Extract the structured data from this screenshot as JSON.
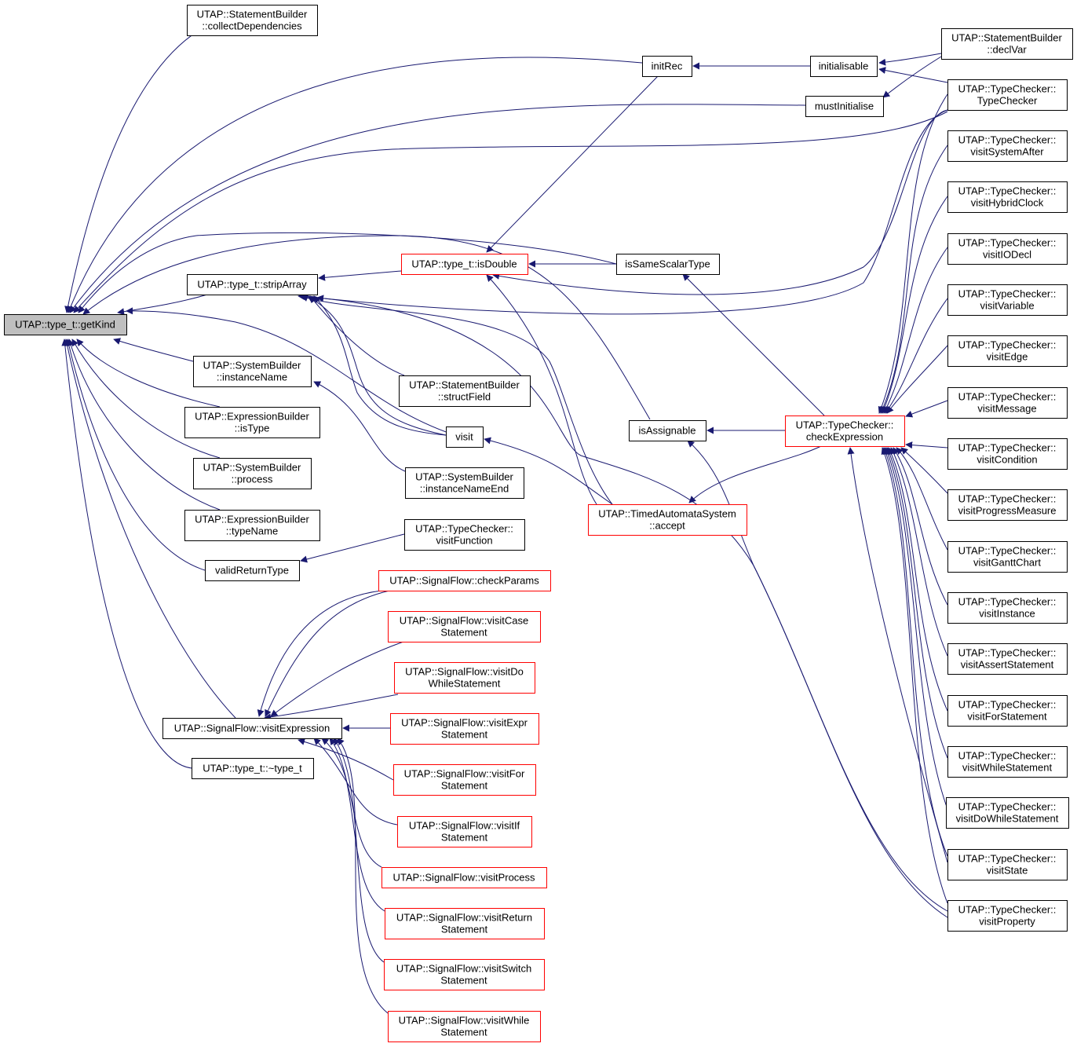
{
  "diagram": {
    "type": "call-graph",
    "edge_color": "#191970",
    "focus_node": "UTAP::type_t::getKind",
    "nodes": [
      {
        "id": "getKind",
        "lines": [
          "UTAP::type_t::getKind"
        ],
        "style": "focus"
      },
      {
        "id": "collectDependencies",
        "lines": [
          "UTAP::StatementBuilder",
          "::collectDependencies"
        ],
        "style": "normal"
      },
      {
        "id": "initRec",
        "lines": [
          "initRec"
        ],
        "style": "normal"
      },
      {
        "id": "initialisable",
        "lines": [
          "initialisable"
        ],
        "style": "normal"
      },
      {
        "id": "declVar",
        "lines": [
          "UTAP::StatementBuilder",
          "::declVar"
        ],
        "style": "normal"
      },
      {
        "id": "mustInitialise",
        "lines": [
          "mustInitialise"
        ],
        "style": "normal"
      },
      {
        "id": "TypeChecker",
        "lines": [
          "UTAP::TypeChecker::",
          "TypeChecker"
        ],
        "style": "normal"
      },
      {
        "id": "visitSystemAfter",
        "lines": [
          "UTAP::TypeChecker::",
          "visitSystemAfter"
        ],
        "style": "normal"
      },
      {
        "id": "visitHybridClock",
        "lines": [
          "UTAP::TypeChecker::",
          "visitHybridClock"
        ],
        "style": "normal"
      },
      {
        "id": "visitIODecl",
        "lines": [
          "UTAP::TypeChecker::",
          "visitIODecl"
        ],
        "style": "normal"
      },
      {
        "id": "visitVariable",
        "lines": [
          "UTAP::TypeChecker::",
          "visitVariable"
        ],
        "style": "normal"
      },
      {
        "id": "visitEdge",
        "lines": [
          "UTAP::TypeChecker::",
          "visitEdge"
        ],
        "style": "normal"
      },
      {
        "id": "visitMessage",
        "lines": [
          "UTAP::TypeChecker::",
          "visitMessage"
        ],
        "style": "normal"
      },
      {
        "id": "visitCondition",
        "lines": [
          "UTAP::TypeChecker::",
          "visitCondition"
        ],
        "style": "normal"
      },
      {
        "id": "visitProgressMeasure",
        "lines": [
          "UTAP::TypeChecker::",
          "visitProgressMeasure"
        ],
        "style": "normal"
      },
      {
        "id": "visitGanttChart",
        "lines": [
          "UTAP::TypeChecker::",
          "visitGanttChart"
        ],
        "style": "normal"
      },
      {
        "id": "visitInstance",
        "lines": [
          "UTAP::TypeChecker::",
          "visitInstance"
        ],
        "style": "normal"
      },
      {
        "id": "visitAssertStatement",
        "lines": [
          "UTAP::TypeChecker::",
          "visitAssertStatement"
        ],
        "style": "normal"
      },
      {
        "id": "visitForStatementTC",
        "lines": [
          "UTAP::TypeChecker::",
          "visitForStatement"
        ],
        "style": "normal"
      },
      {
        "id": "visitWhileStatementTC",
        "lines": [
          "UTAP::TypeChecker::",
          "visitWhileStatement"
        ],
        "style": "normal"
      },
      {
        "id": "visitDoWhileStatementTC",
        "lines": [
          "UTAP::TypeChecker::",
          "visitDoWhileStatement"
        ],
        "style": "normal"
      },
      {
        "id": "visitState",
        "lines": [
          "UTAP::TypeChecker::",
          "visitState"
        ],
        "style": "normal"
      },
      {
        "id": "visitProperty",
        "lines": [
          "UTAP::TypeChecker::",
          "visitProperty"
        ],
        "style": "normal"
      },
      {
        "id": "stripArray",
        "lines": [
          "UTAP::type_t::stripArray"
        ],
        "style": "normal"
      },
      {
        "id": "isDouble",
        "lines": [
          "UTAP::type_t::isDouble"
        ],
        "style": "red"
      },
      {
        "id": "isSameScalarType",
        "lines": [
          "isSameScalarType"
        ],
        "style": "normal"
      },
      {
        "id": "structField",
        "lines": [
          "UTAP::StatementBuilder",
          "::structField"
        ],
        "style": "normal"
      },
      {
        "id": "visit",
        "lines": [
          "visit"
        ],
        "style": "normal"
      },
      {
        "id": "isAssignable",
        "lines": [
          "isAssignable"
        ],
        "style": "normal"
      },
      {
        "id": "checkExpression",
        "lines": [
          "UTAP::TypeChecker::",
          "checkExpression"
        ],
        "style": "red"
      },
      {
        "id": "instanceName",
        "lines": [
          "UTAP::SystemBuilder",
          "::instanceName"
        ],
        "style": "normal"
      },
      {
        "id": "instanceNameEnd",
        "lines": [
          "UTAP::SystemBuilder",
          "::instanceNameEnd"
        ],
        "style": "normal"
      },
      {
        "id": "isType",
        "lines": [
          "UTAP::ExpressionBuilder",
          "::isType"
        ],
        "style": "normal"
      },
      {
        "id": "process",
        "lines": [
          "UTAP::SystemBuilder",
          "::process"
        ],
        "style": "normal"
      },
      {
        "id": "typeName",
        "lines": [
          "UTAP::ExpressionBuilder",
          "::typeName"
        ],
        "style": "normal"
      },
      {
        "id": "accept",
        "lines": [
          "UTAP::TimedAutomataSystem",
          "::accept"
        ],
        "style": "red"
      },
      {
        "id": "visitFunction",
        "lines": [
          "UTAP::TypeChecker::",
          "visitFunction"
        ],
        "style": "normal"
      },
      {
        "id": "validReturnType",
        "lines": [
          "validReturnType"
        ],
        "style": "normal"
      },
      {
        "id": "checkParams",
        "lines": [
          "UTAP::SignalFlow::checkParams"
        ],
        "style": "red"
      },
      {
        "id": "visitCaseStatement",
        "lines": [
          "UTAP::SignalFlow::visitCase",
          "Statement"
        ],
        "style": "red"
      },
      {
        "id": "visitDoWhileStatementSF",
        "lines": [
          "UTAP::SignalFlow::visitDo",
          "WhileStatement"
        ],
        "style": "red"
      },
      {
        "id": "visitExprStatement",
        "lines": [
          "UTAP::SignalFlow::visitExpr",
          "Statement"
        ],
        "style": "red"
      },
      {
        "id": "visitExpression",
        "lines": [
          "UTAP::SignalFlow::visitExpression"
        ],
        "style": "normal"
      },
      {
        "id": "visitForStatementSF",
        "lines": [
          "UTAP::SignalFlow::visitFor",
          "Statement"
        ],
        "style": "red"
      },
      {
        "id": "visitIfStatement",
        "lines": [
          "UTAP::SignalFlow::visitIf",
          "Statement"
        ],
        "style": "red"
      },
      {
        "id": "visitProcess",
        "lines": [
          "UTAP::SignalFlow::visitProcess"
        ],
        "style": "red"
      },
      {
        "id": "visitReturnStatement",
        "lines": [
          "UTAP::SignalFlow::visitReturn",
          "Statement"
        ],
        "style": "red"
      },
      {
        "id": "visitSwitchStatement",
        "lines": [
          "UTAP::SignalFlow::visitSwitch",
          "Statement"
        ],
        "style": "red"
      },
      {
        "id": "visitWhileStatementSF",
        "lines": [
          "UTAP::SignalFlow::visitWhile",
          "Statement"
        ],
        "style": "red"
      },
      {
        "id": "dtor",
        "lines": [
          "UTAP::type_t::~type_t"
        ],
        "style": "normal"
      }
    ]
  }
}
